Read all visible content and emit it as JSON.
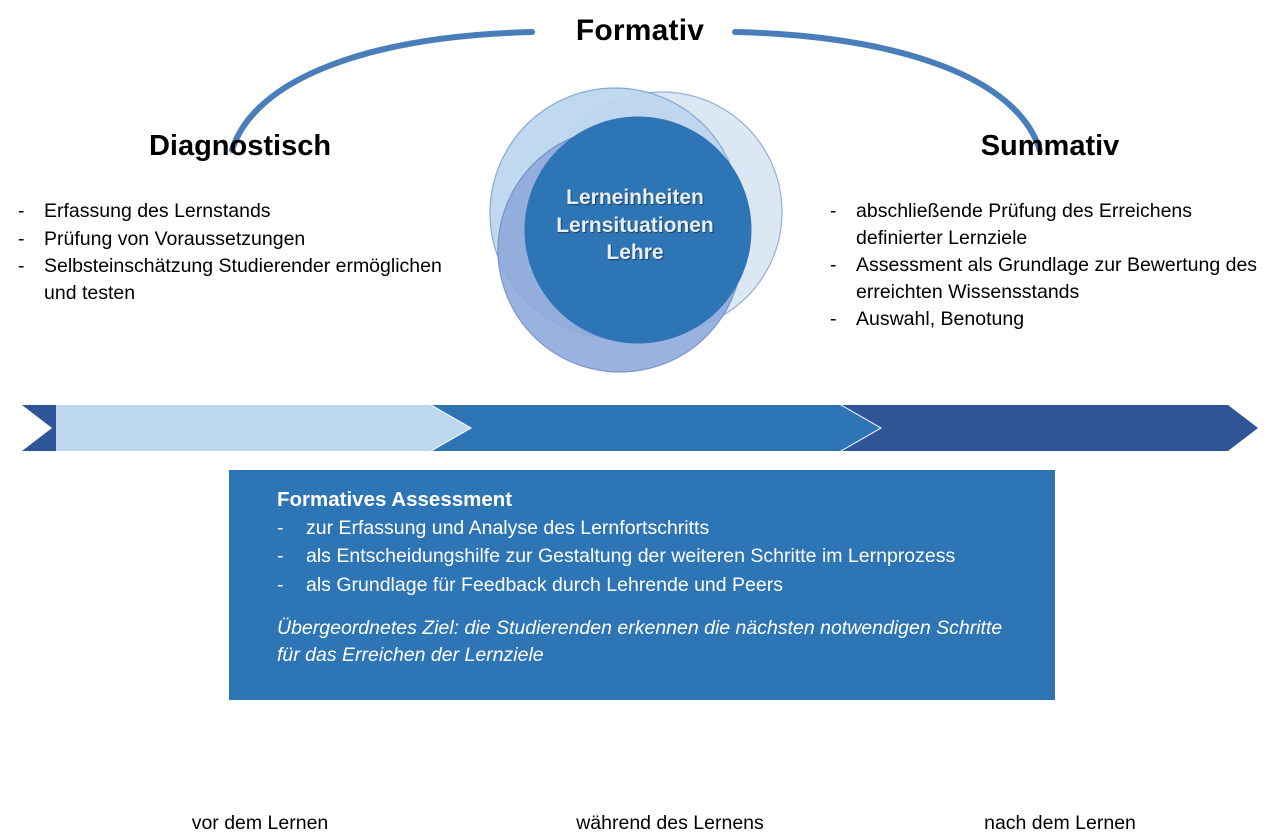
{
  "diagram": {
    "top_title": "Formativ",
    "accent_blue": "#4472C4",
    "colors": {
      "light_blue": "#BDD7EE",
      "periwinkle": "#8FAADC",
      "mid_blue": "#2E75B6",
      "dark_blue": "#2F5597",
      "pale_blue": "#DAE7F4",
      "arc_blue": "#4A7EBB"
    }
  },
  "center": {
    "lines": [
      "Lerneinheiten",
      "Lernsituationen",
      "Lehre"
    ]
  },
  "left_column": {
    "heading": "Diagnostisch",
    "bullets": [
      "Erfassung des Lernstands",
      "Prüfung von Voraussetzungen",
      "Selbsteinschätzung Studierender ermöglichen und testen"
    ],
    "dash": "-"
  },
  "right_column": {
    "heading": "Summativ",
    "bullets": [
      "abschließende Prüfung des Erreichens definierter Lernziele",
      "Assessment als Grundlage zur Bewertung des erreichten Wissensstands",
      "Auswahl, Benotung"
    ],
    "dash": "-"
  },
  "timeline": {
    "segments": [
      {
        "label": "vor dem Lernen",
        "color": "#BDD7EE",
        "text_color": "#000000"
      },
      {
        "label": "während des Lernens",
        "color": "#2E75B6",
        "text_color": "#000000"
      },
      {
        "label": "nach dem Lernen",
        "color": "#2F5597",
        "text_color": "#000000"
      }
    ],
    "start_cap_color": "#2F5597"
  },
  "bottom_box": {
    "title": "Formatives Assessment",
    "dash": "-",
    "bullets": [
      "zur Erfassung und Analyse des Lernfortschritts",
      "als Entscheidungshilfe zur Gestaltung der weiteren Schritte im Lernprozess",
      "als Grundlage für Feedback durch Lehrende und Peers"
    ],
    "note": "Übergeordnetes Ziel: die Studierenden erkennen die nächsten notwendigen Schritte für das Erreichen der Lernziele"
  }
}
